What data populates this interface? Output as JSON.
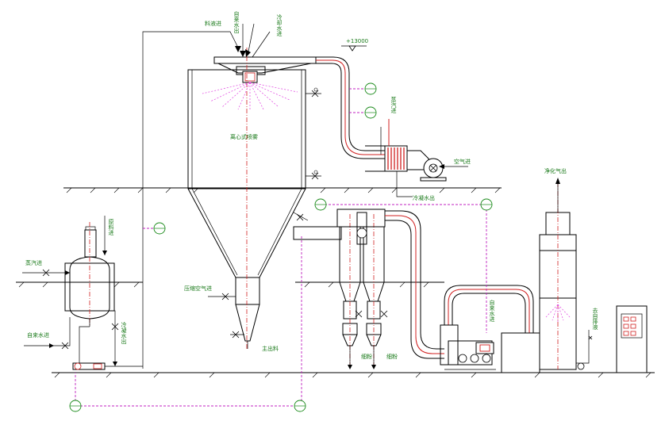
{
  "labels": {
    "feed_inlet": "料液进",
    "tap_water_top": "自来水出",
    "cool_water_top": "冷却水进",
    "elevation": "+13000",
    "steam_in_top": "蒸汽进",
    "air_in": "空气进",
    "condensate_out": "冷凝水出",
    "atomizer_tower": "离心式喷雾",
    "compressed_air_in": "压缩空气进",
    "main_product_out": "主出料",
    "fine_powder_1": "细粉",
    "fine_powder_2": "细粉",
    "clean_gas_out": "净化气出",
    "tap_water_in_right": "自来水进",
    "to_discharge": "去自排液",
    "steam_in_left": "蒸汽进",
    "tap_water_in_left": "自来水进",
    "feed_in_tank": "原料进",
    "cooling_water_out": "冷凝水出"
  }
}
